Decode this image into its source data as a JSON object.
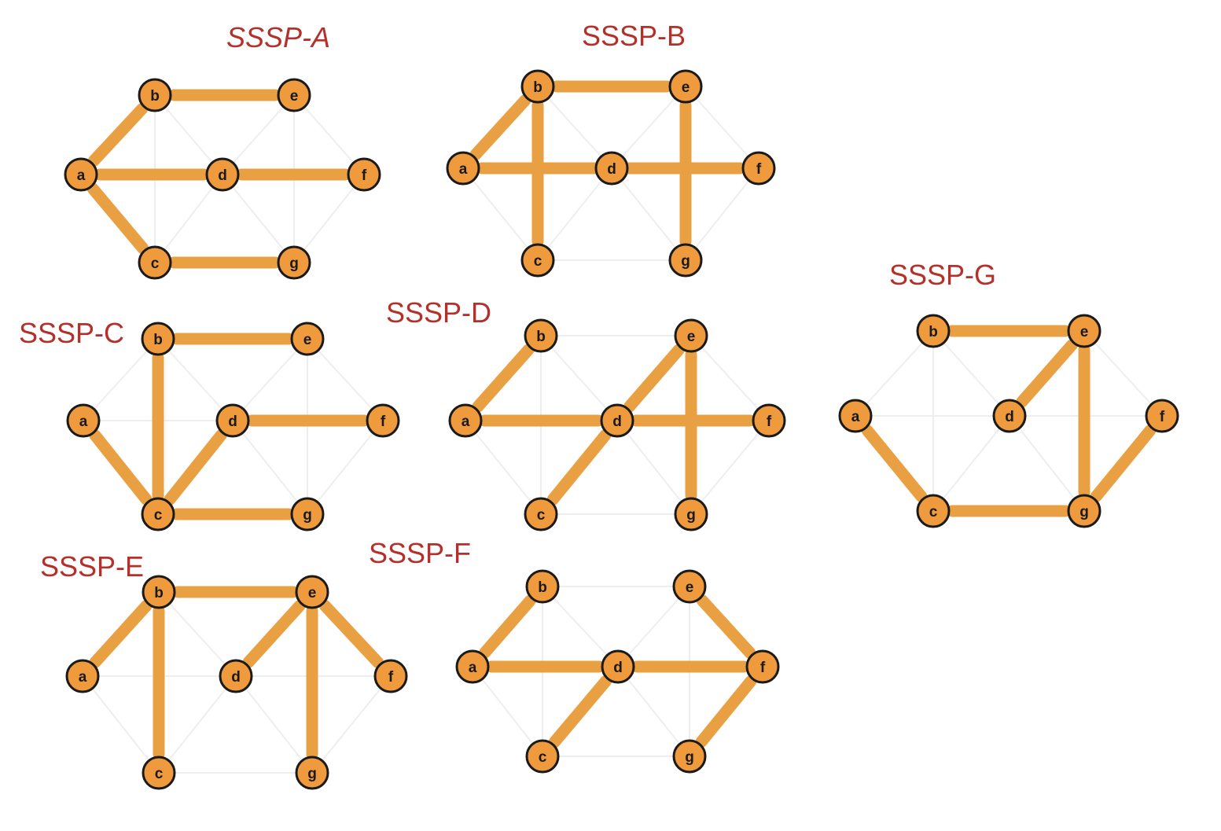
{
  "colors": {
    "title": "#b5302a",
    "edge": "#e9a042",
    "node_fill": "#ef9a3c",
    "node_stroke": "#1a1a1a",
    "faint_edge": "#eeeeee"
  },
  "panels": [
    {
      "id": "A",
      "title": "SSSP-A",
      "italic": true,
      "nodes": [
        {
          "id": "b",
          "label": "b"
        },
        {
          "id": "e",
          "label": "e"
        },
        {
          "id": "a",
          "label": "a"
        },
        {
          "id": "d",
          "label": "d"
        },
        {
          "id": "f",
          "label": "f"
        },
        {
          "id": "c",
          "label": "c"
        },
        {
          "id": "g",
          "label": "g"
        }
      ],
      "tree_edges": [
        [
          "a",
          "b"
        ],
        [
          "b",
          "e"
        ],
        [
          "a",
          "d"
        ],
        [
          "d",
          "f"
        ],
        [
          "a",
          "c"
        ],
        [
          "c",
          "g"
        ]
      ]
    },
    {
      "id": "B",
      "title": "SSSP-B",
      "italic": false,
      "nodes": [
        {
          "id": "b",
          "label": "b"
        },
        {
          "id": "e",
          "label": "e"
        },
        {
          "id": "a",
          "label": "a"
        },
        {
          "id": "d",
          "label": "d"
        },
        {
          "id": "f",
          "label": "f"
        },
        {
          "id": "c",
          "label": "c"
        },
        {
          "id": "g",
          "label": "g"
        }
      ],
      "tree_edges": [
        [
          "a",
          "b"
        ],
        [
          "b",
          "e"
        ],
        [
          "a",
          "f"
        ],
        [
          "b",
          "c"
        ],
        [
          "e",
          "g"
        ]
      ]
    },
    {
      "id": "C",
      "title": "SSSP-C",
      "italic": false,
      "nodes": [
        {
          "id": "b",
          "label": "b"
        },
        {
          "id": "e",
          "label": "e"
        },
        {
          "id": "a",
          "label": "a"
        },
        {
          "id": "d",
          "label": "d"
        },
        {
          "id": "f",
          "label": "f"
        },
        {
          "id": "c",
          "label": "c"
        },
        {
          "id": "g",
          "label": "g"
        }
      ],
      "tree_edges": [
        [
          "b",
          "e"
        ],
        [
          "b",
          "c"
        ],
        [
          "a",
          "c"
        ],
        [
          "c",
          "d"
        ],
        [
          "d",
          "f"
        ],
        [
          "c",
          "g"
        ]
      ]
    },
    {
      "id": "D",
      "title": "SSSP-D",
      "italic": false,
      "nodes": [
        {
          "id": "b",
          "label": "b"
        },
        {
          "id": "e",
          "label": "e"
        },
        {
          "id": "a",
          "label": "a"
        },
        {
          "id": "d",
          "label": "d"
        },
        {
          "id": "f",
          "label": "f"
        },
        {
          "id": "c",
          "label": "c"
        },
        {
          "id": "g",
          "label": "g"
        }
      ],
      "tree_edges": [
        [
          "a",
          "b"
        ],
        [
          "a",
          "d"
        ],
        [
          "d",
          "e"
        ],
        [
          "d",
          "f"
        ],
        [
          "d",
          "c"
        ],
        [
          "e",
          "g"
        ]
      ]
    },
    {
      "id": "E",
      "title": "SSSP-E",
      "italic": false,
      "nodes": [
        {
          "id": "b",
          "label": "b"
        },
        {
          "id": "e",
          "label": "e"
        },
        {
          "id": "a",
          "label": "a"
        },
        {
          "id": "d",
          "label": "d"
        },
        {
          "id": "f",
          "label": "f"
        },
        {
          "id": "c",
          "label": "c"
        },
        {
          "id": "g",
          "label": "g"
        }
      ],
      "tree_edges": [
        [
          "a",
          "b"
        ],
        [
          "b",
          "e"
        ],
        [
          "b",
          "c"
        ],
        [
          "e",
          "d"
        ],
        [
          "e",
          "f"
        ],
        [
          "e",
          "g"
        ]
      ]
    },
    {
      "id": "F",
      "title": "SSSP-F",
      "italic": false,
      "nodes": [
        {
          "id": "b",
          "label": "b"
        },
        {
          "id": "e",
          "label": "e"
        },
        {
          "id": "a",
          "label": "a"
        },
        {
          "id": "d",
          "label": "d"
        },
        {
          "id": "f",
          "label": "f"
        },
        {
          "id": "c",
          "label": "c"
        },
        {
          "id": "g",
          "label": "g"
        }
      ],
      "tree_edges": [
        [
          "a",
          "b"
        ],
        [
          "a",
          "d"
        ],
        [
          "d",
          "f"
        ],
        [
          "e",
          "f"
        ],
        [
          "d",
          "c"
        ],
        [
          "f",
          "g"
        ]
      ]
    },
    {
      "id": "G",
      "title": "SSSP-G",
      "italic": false,
      "nodes": [
        {
          "id": "b",
          "label": "b"
        },
        {
          "id": "e",
          "label": "e"
        },
        {
          "id": "a",
          "label": "a"
        },
        {
          "id": "d",
          "label": "d"
        },
        {
          "id": "f",
          "label": "f"
        },
        {
          "id": "c",
          "label": "c"
        },
        {
          "id": "g",
          "label": "g"
        }
      ],
      "tree_edges": [
        [
          "b",
          "e"
        ],
        [
          "d",
          "e"
        ],
        [
          "e",
          "g"
        ],
        [
          "f",
          "g"
        ],
        [
          "a",
          "c"
        ],
        [
          "c",
          "g"
        ]
      ]
    }
  ]
}
